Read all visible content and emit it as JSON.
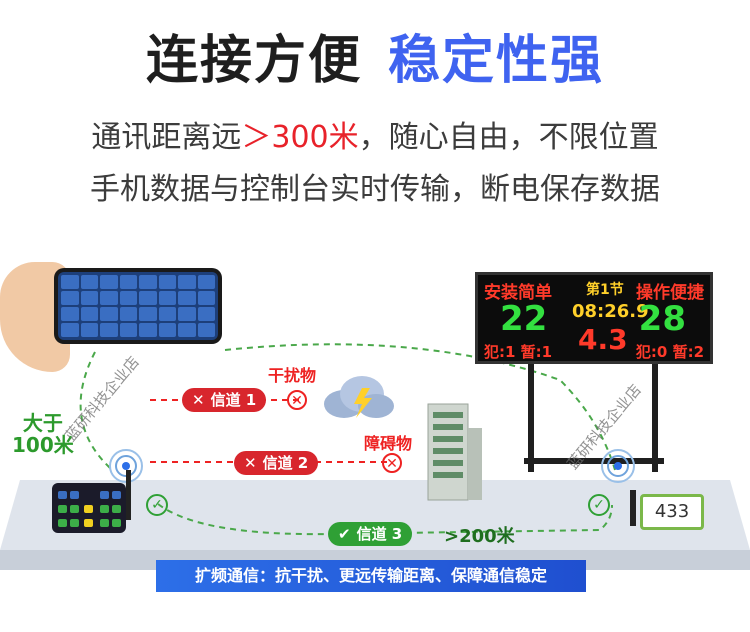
{
  "headline": {
    "part1": "连接方便",
    "part2": "稳定性强"
  },
  "subtitle": {
    "line1_prefix": "通讯距离远",
    "line1_highlight": "＞300米",
    "line1_suffix": "，随心自由，不限位置",
    "line2": "手机数据与控制台实时传输，断电保存数据"
  },
  "scoreboard": {
    "left_title": "安装简单",
    "period": "第1节",
    "right_title": "操作便捷",
    "home_score": "22",
    "game_clock": "08:26.9",
    "away_score": "28",
    "shot_clock": "4.3",
    "home_fouls": "犯:1 暂:1",
    "away_fouls": "犯:0 暂:2"
  },
  "channels": [
    {
      "label": "信道 1",
      "status": "blocked",
      "obstacle": "干扰物"
    },
    {
      "label": "信道 2",
      "status": "blocked",
      "obstacle": "障碍物"
    },
    {
      "label": "信道 3",
      "status": "ok"
    }
  ],
  "distance_label": {
    "line1": "大于",
    "line2": "100米"
  },
  "range_label": ">200米",
  "receiver_label": "433",
  "banner": "扩频通信：抗干扰、更远传输距离、保障通信稳定",
  "watermark": "蓝研科技企业店",
  "colors": {
    "accent_blue": "#3f63f0",
    "alert_red": "#e8222a",
    "ok_green": "#2fa035",
    "banner_blue": "#2d6fe8"
  },
  "icons": [
    "phone-icon",
    "cloud-lightning-icon",
    "building-icon",
    "antenna-icon",
    "controller-icon",
    "check-icon",
    "close-icon"
  ]
}
